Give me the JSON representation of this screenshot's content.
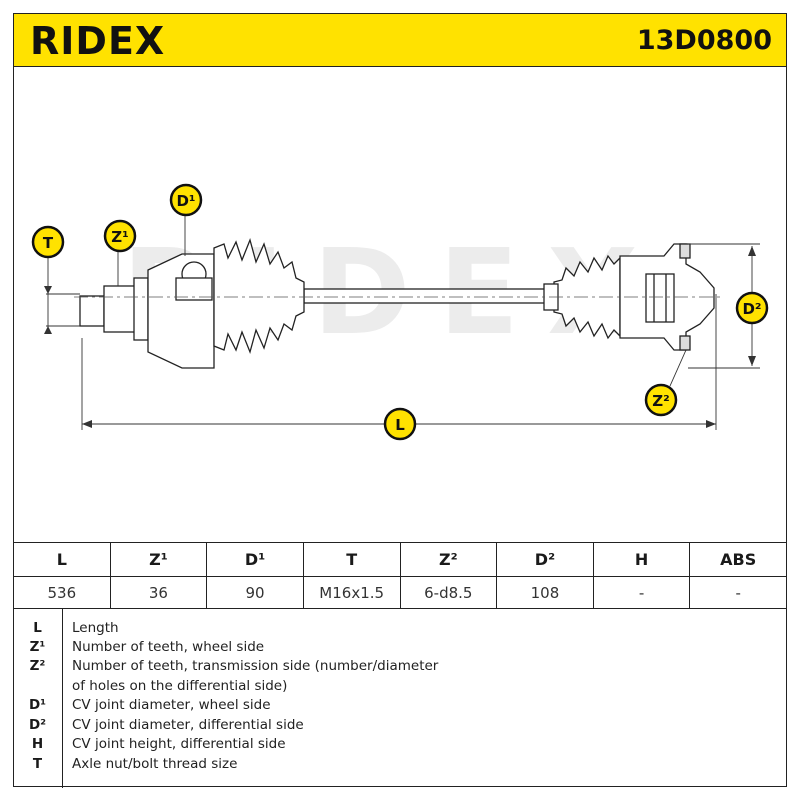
{
  "header": {
    "logo_text": "RIDEX",
    "part_number": "13D0800",
    "background_color": "#ffe200"
  },
  "drawing": {
    "watermark": "RIDEX",
    "badges": {
      "t": "T",
      "z1": "Z¹",
      "d1": "D¹",
      "d2": "D²",
      "z2": "Z²",
      "l": "L"
    },
    "badge_color": "#ffe200"
  },
  "spec_table": {
    "columns": [
      "L",
      "Z¹",
      "D¹",
      "T",
      "Z²",
      "D²",
      "H",
      "ABS"
    ],
    "values": [
      "536",
      "36",
      "90",
      "M16x1.5",
      "6-d8.5",
      "108",
      "-",
      "-"
    ]
  },
  "legend": [
    {
      "symbol": "L",
      "text": "Length"
    },
    {
      "symbol": "Z¹",
      "text": "Number of teeth, wheel side"
    },
    {
      "symbol": "Z²",
      "text": "Number of teeth, transmission side (number/diameter"
    },
    {
      "symbol": "",
      "text": "of holes on the differential side)"
    },
    {
      "symbol": "D¹",
      "text": "CV joint diameter, wheel side"
    },
    {
      "symbol": "D²",
      "text": "CV joint diameter, differential side"
    },
    {
      "symbol": "H",
      "text": "CV joint height, differential side"
    },
    {
      "symbol": "T",
      "text": "Axle nut/bolt thread size"
    }
  ]
}
